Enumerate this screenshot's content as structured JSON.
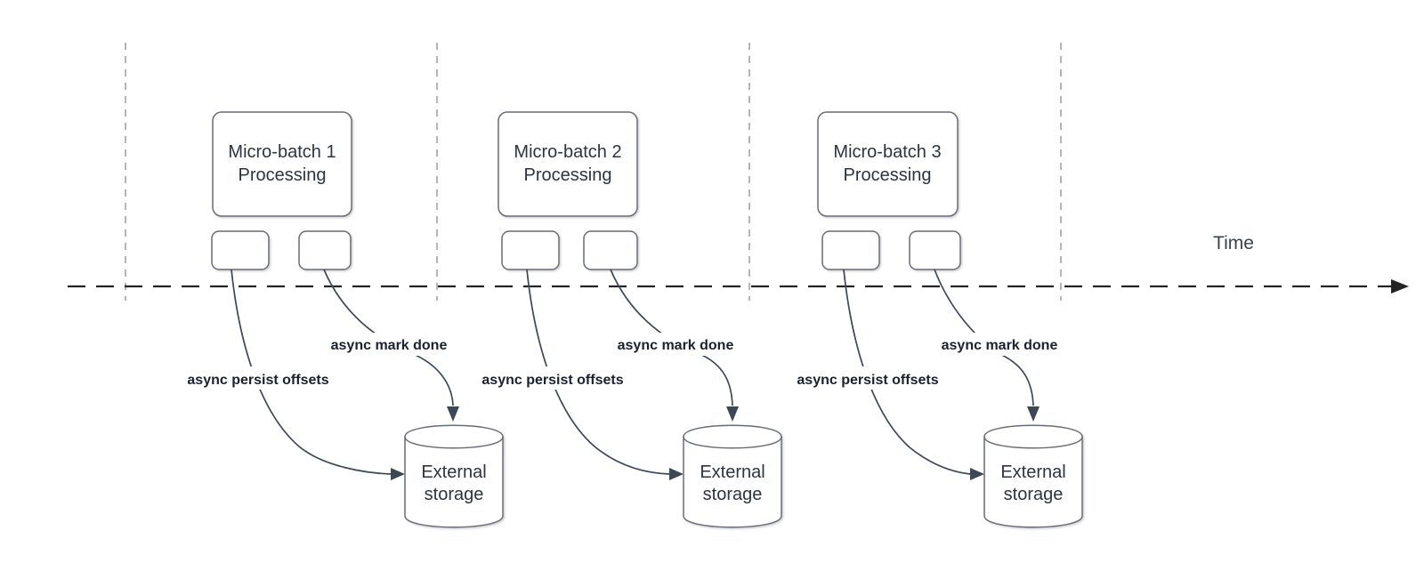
{
  "timeline": {
    "label": "Time"
  },
  "batches": [
    {
      "box_line1": "Micro-batch 1",
      "box_line2": "Processing",
      "persist_label": "async persist offsets",
      "mark_done_label": "async mark done",
      "storage_line1": "External",
      "storage_line2": "storage"
    },
    {
      "box_line1": "Micro-batch 2",
      "box_line2": "Processing",
      "persist_label": "async persist offsets",
      "mark_done_label": "async mark done",
      "storage_line1": "External",
      "storage_line2": "storage"
    },
    {
      "box_line1": "Micro-batch 3",
      "box_line2": "Processing",
      "persist_label": "async persist offsets",
      "mark_done_label": "async mark done",
      "storage_line1": "External",
      "storage_line2": "storage"
    }
  ],
  "colors": {
    "background": "#ffffff",
    "shape_stroke": "#676c74",
    "shape_text": "#2d333f",
    "connector_stroke": "#3e4755",
    "edge_label_text": "#1b212e",
    "gridline": "#b5b5b9",
    "timeline_stroke": "#242424",
    "time_text": "#3a424e"
  }
}
